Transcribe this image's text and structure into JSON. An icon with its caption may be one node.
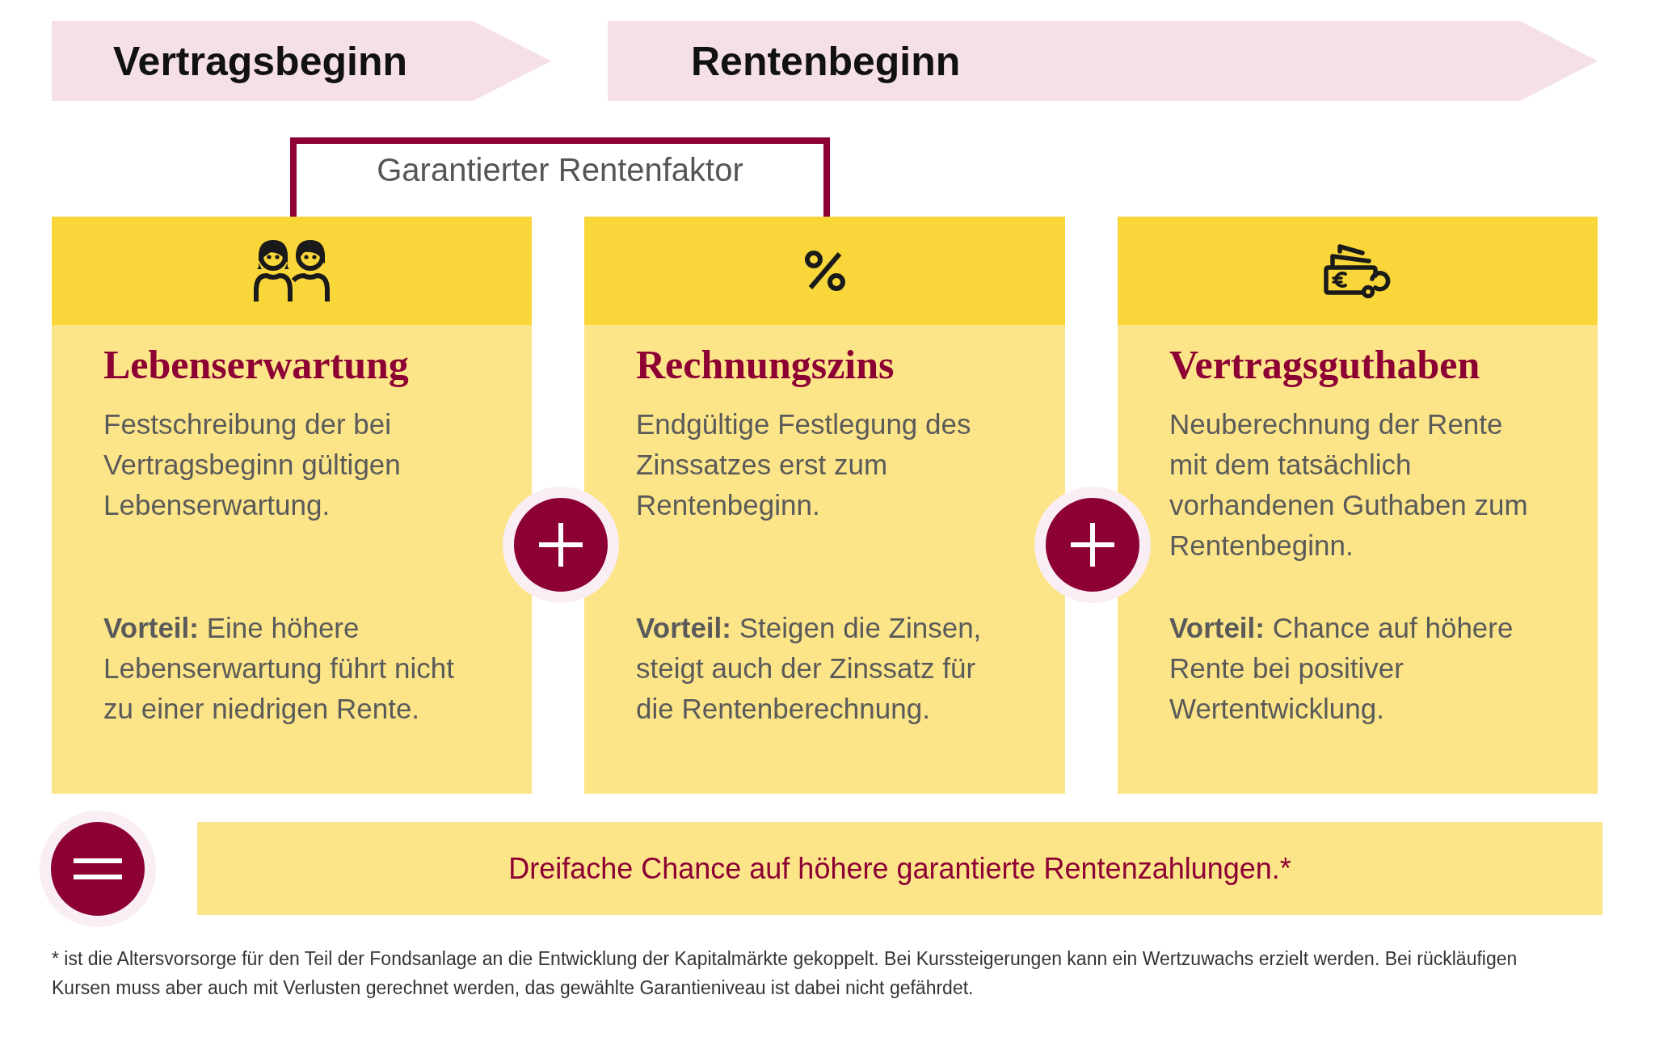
{
  "diagram": {
    "nodes": [
      {
        "text": [
          "Vertragsbeginn"
        ]
      },
      {
        "text": [
          "Rentenbeginn"
        ]
      },
      {
        "text": [
          "Lebenserwartung",
          "Festschreibung der bei Vertragsbeginn gültigen Lebenserwartung.",
          "**Vorteil:** Eine höhere Lebenserwartung führt nicht zu einer niedrigen Rente."
        ]
      },
      {
        "text": [
          "Rechnungszins",
          "Endgültige Festlegung des Zinssatzes erst zum Rentenbeginn.",
          "**Vorteil:** Steigen die Zinsen, steigt auch der Zinssatz für die Rentenberechnung."
        ]
      },
      {
        "text": [
          "Vertragsguthaben",
          "Neuberechnung der Rente mit dem tatsächlich vorhandenen Guthaben zum Rentenbeginn.",
          "**Vorteil:** Chance auf höhere Rente bei positiver Wertentwicklung."
        ]
      },
      {
        "text": [
          "Dreifache Chance auf höhere garantierte Rentenzahlungen.*"
        ]
      }
    ],
    "edges": [
      {
        "from": 2,
        "to": 3,
        "arrow": "none",
        "label": "Garantierter Rentenfaktor"
      }
    ],
    "labels": [
      "* ist die Altersvorsorge für den Teil der Fondsanlage an die Entwicklung der Kapitalmärkte gekoppelt. Bei Kurssteigerungen kann ein Wertzuwachs erzielt werden. Bei rückläufigen Kursen muss aber auch mit Verlusten gerechnet werden, das gewählte Garantieniveau ist dabei nicht gefährdet."
    ]
  }
}
